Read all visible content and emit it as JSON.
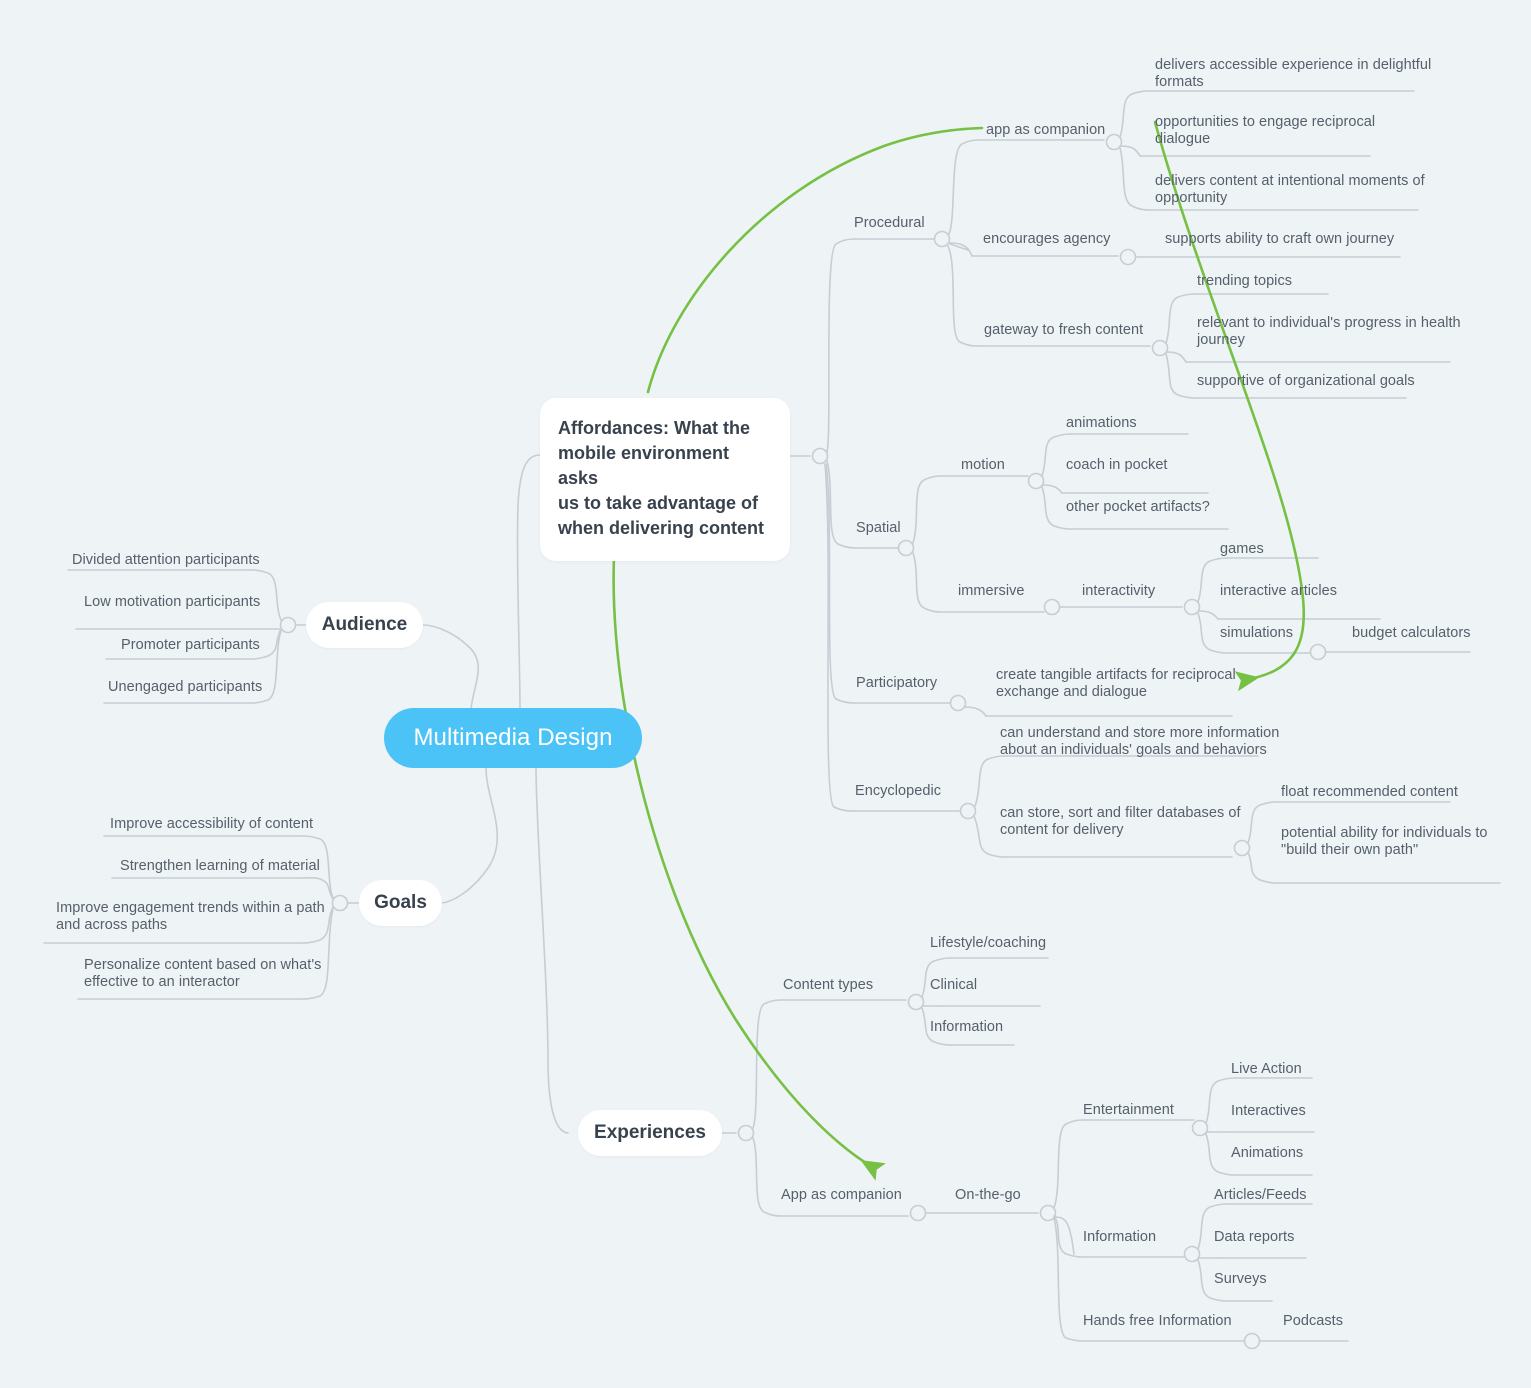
{
  "meta": {
    "background_color": "#eef3f6",
    "accent_color": "#4bc3f7",
    "highlight_color": "#76c043",
    "text_color": "#55606b",
    "heading_color": "#37424d",
    "wire_color": "#c6cdd3"
  },
  "root": {
    "label": "Multimedia Design"
  },
  "affordances": {
    "label": "Affordances: What the\nmobile environment asks\nus to take advantage of\nwhen delivering content"
  },
  "branches": {
    "audience": {
      "label": "Audience",
      "children": [
        {
          "label": "Divided attention participants"
        },
        {
          "label": "Low motivation participants"
        },
        {
          "label": "Promoter participants"
        },
        {
          "label": "Unengaged participants"
        }
      ]
    },
    "goals": {
      "label": "Goals",
      "children": [
        {
          "label": "Improve accessibility of content"
        },
        {
          "label": "Strengthen learning of material"
        },
        {
          "label": "Improve engagement trends within a path\nand across paths"
        },
        {
          "label": "Personalize content based on what's\neffective to an interactor"
        }
      ]
    },
    "experiences": {
      "label": "Experiences",
      "children": [
        {
          "label": "Content types",
          "children": [
            {
              "label": "Lifestyle/coaching"
            },
            {
              "label": "Clinical"
            },
            {
              "label": "Information"
            }
          ]
        },
        {
          "label": "App as companion",
          "children": [
            {
              "label": "On-the-go",
              "children": [
                {
                  "label": "Entertainment",
                  "children": [
                    {
                      "label": "Live Action"
                    },
                    {
                      "label": "Interactives"
                    },
                    {
                      "label": "Animations"
                    }
                  ]
                },
                {
                  "label": "Information",
                  "children": [
                    {
                      "label": "Articles/Feeds"
                    },
                    {
                      "label": "Data reports"
                    },
                    {
                      "label": "Surveys"
                    }
                  ]
                },
                {
                  "label": "Hands free Information",
                  "children": [
                    {
                      "label": "Podcasts"
                    }
                  ]
                }
              ]
            }
          ]
        }
      ]
    },
    "procedural": {
      "label": "Procedural",
      "children": [
        {
          "label": "app as companion",
          "children": [
            {
              "label": "delivers accessible experience in delightful\nformats"
            },
            {
              "label": "opportunities to engage reciprocal\ndialogue"
            },
            {
              "label": "delivers content at intentional moments of\nopportunity"
            }
          ]
        },
        {
          "label": "encourages agency",
          "children": [
            {
              "label": "supports ability to craft own journey"
            }
          ]
        },
        {
          "label": "gateway to fresh content",
          "children": [
            {
              "label": "trending topics"
            },
            {
              "label": "relevant to individual's progress in health\njourney"
            },
            {
              "label": "supportive of organizational goals"
            }
          ]
        }
      ]
    },
    "spatial": {
      "label": "Spatial",
      "children": [
        {
          "label": "motion",
          "children": [
            {
              "label": "animations"
            },
            {
              "label": "coach in pocket"
            },
            {
              "label": "other pocket artifacts?"
            }
          ]
        },
        {
          "label": "immersive",
          "children": [
            {
              "label": "interactivity",
              "children": [
                {
                  "label": "games"
                },
                {
                  "label": "interactive articles"
                },
                {
                  "label": "simulations",
                  "children": [
                    {
                      "label": "budget calculators"
                    }
                  ]
                }
              ]
            }
          ]
        }
      ]
    },
    "participatory": {
      "label": "Participatory",
      "children": [
        {
          "label": "create tangible artifacts for reciprocal\nexchange and dialogue"
        }
      ]
    },
    "encyclopedic": {
      "label": "Encyclopedic",
      "children": [
        {
          "label": "can understand and store more information\nabout an individuals' goals and behaviors"
        },
        {
          "label": "can store, sort and filter databases of\ncontent for delivery",
          "children": [
            {
              "label": "float recommended content"
            },
            {
              "label": "potential ability for individuals to\n\"build their own path\""
            }
          ]
        }
      ]
    }
  }
}
